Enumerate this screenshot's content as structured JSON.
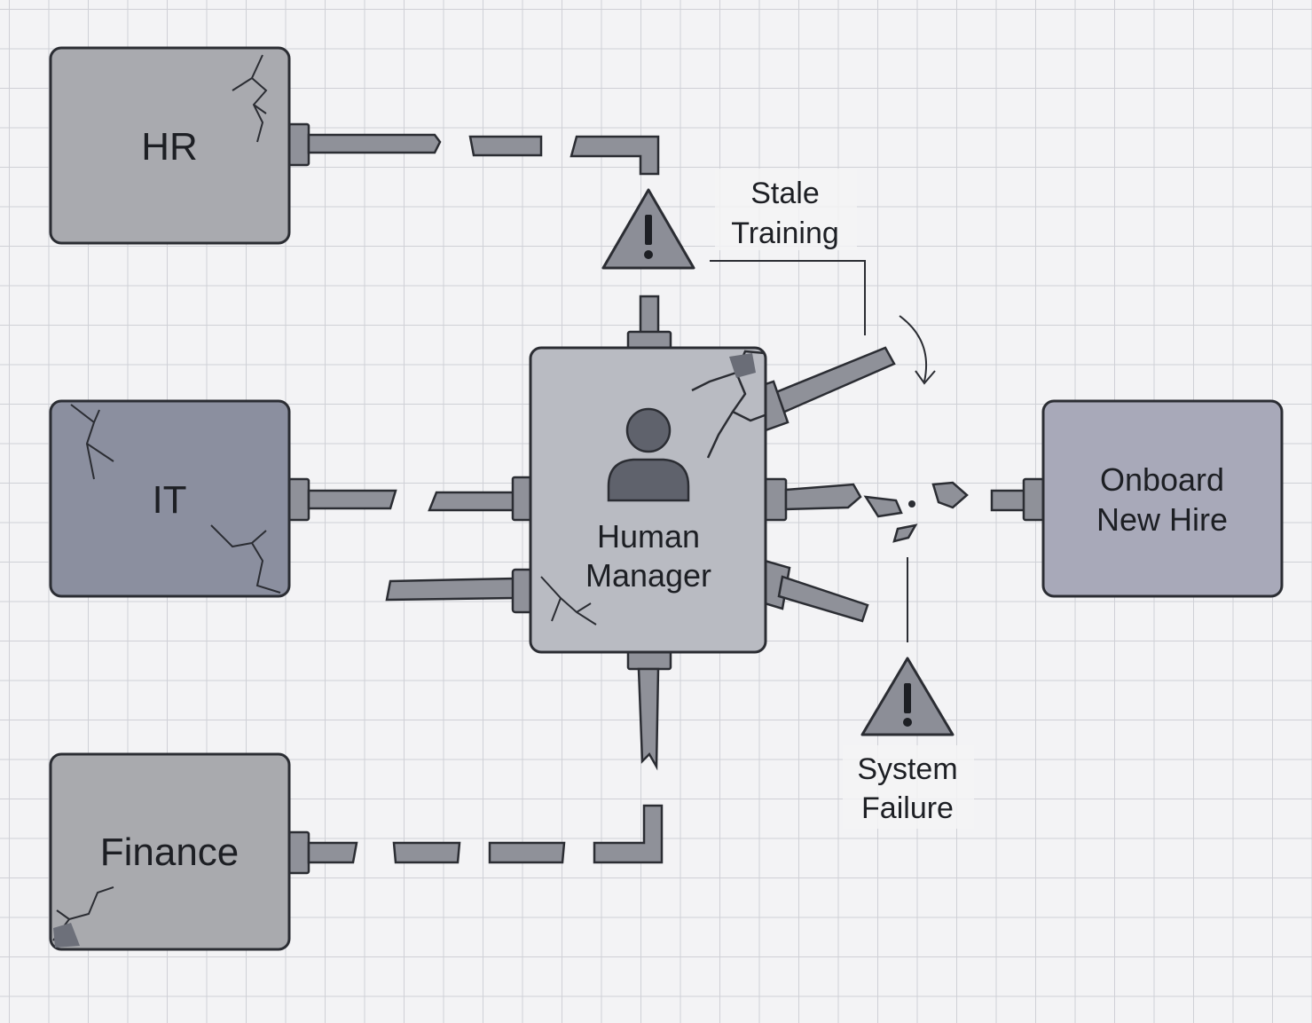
{
  "nodes": {
    "hr": {
      "label": "HR",
      "color": "#a9aaaf"
    },
    "it": {
      "label": "IT",
      "color": "#8b8f9f"
    },
    "finance": {
      "label": "Finance",
      "color": "#a9aaae"
    },
    "manager": {
      "label_line1": "Human",
      "label_line2": "Manager",
      "icon": "person-icon",
      "color": "#b9bbc2"
    },
    "onboard": {
      "label_line1": "Onboard",
      "label_line2": "New Hire",
      "color": "#a8a9b9"
    }
  },
  "callouts": {
    "stale_training": {
      "line1": "Stale",
      "line2": "Training",
      "icon": "warning-icon"
    },
    "system_failure": {
      "line1": "System",
      "line2": "Failure",
      "icon": "warning-icon"
    }
  },
  "colors": {
    "outline": "#2b2d33",
    "pipe": "#8f9199",
    "warning_fill": "#8c8e97"
  }
}
